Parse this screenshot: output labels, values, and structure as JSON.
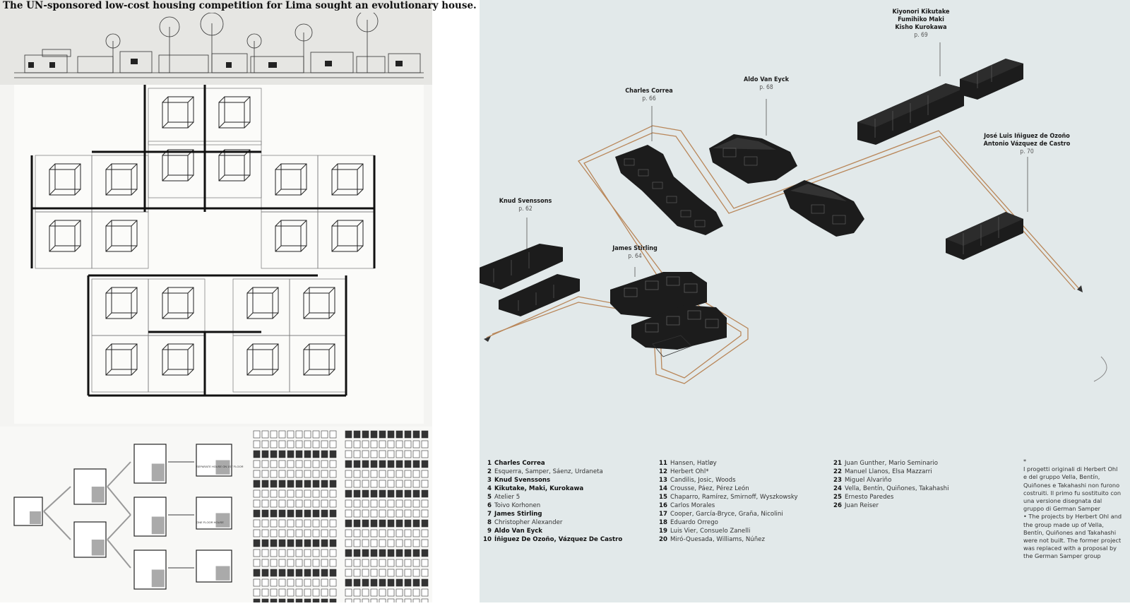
{
  "left_panel": {
    "title": "The UN-sponsored low-cost housing competition for Lima sought an evolutionary house.",
    "bottom_labels": {
      "upper": "SEPARATE HOUSE ON 1ST FLOOR",
      "lower": "ONE FLOOR HOUSE"
    }
  },
  "labels": {
    "kikutake": {
      "names": [
        "Kiyonori Kikutake",
        "Fumihiko Maki",
        "Kisho Kurokawa"
      ],
      "page": "p. 69"
    },
    "vaneyck": {
      "names": [
        "Aldo Van Eyck"
      ],
      "page": "p. 68"
    },
    "correa": {
      "names": [
        "Charles Correa"
      ],
      "page": "p. 66"
    },
    "ozono": {
      "names": [
        "José Luis Iñiguez de Ozoño",
        "Antonio Vázquez de Castro"
      ],
      "page": "p. 70"
    },
    "svenssons": {
      "names": [
        "Knud Svenssons"
      ],
      "page": "p. 62"
    },
    "stirling": {
      "names": [
        "James Stirling"
      ],
      "page": "p. 64"
    }
  },
  "legend": {
    "col1": [
      {
        "n": "1",
        "t": "Charles Correa",
        "b": true
      },
      {
        "n": "2",
        "t": "Esquerra, Samper, Sáenz, Urdaneta",
        "b": false
      },
      {
        "n": "3",
        "t": "Knud Svenssons",
        "b": true
      },
      {
        "n": "4",
        "t": "Kikutake, Maki, Kurokawa",
        "b": true
      },
      {
        "n": "5",
        "t": "Atelier 5",
        "b": false
      },
      {
        "n": "6",
        "t": "Toivo Korhonen",
        "b": false
      },
      {
        "n": "7",
        "t": "James Stirling",
        "b": true
      },
      {
        "n": "8",
        "t": "Christopher Alexander",
        "b": false
      },
      {
        "n": "9",
        "t": "Aldo Van Eyck",
        "b": true
      },
      {
        "n": "10",
        "t": "Íñiguez De Ozoño, Vázquez De Castro",
        "b": true
      }
    ],
    "col2": [
      {
        "n": "11",
        "t": "Hansen, Hatløy",
        "b": false
      },
      {
        "n": "12",
        "t": "Herbert Ohl*",
        "b": false
      },
      {
        "n": "13",
        "t": "Candilis, Josic, Woods",
        "b": false
      },
      {
        "n": "14",
        "t": "Crousse, Páez, Pérez León",
        "b": false
      },
      {
        "n": "15",
        "t": "Chaparro, Ramírez, Smirnoff, Wyszkowsky",
        "b": false
      },
      {
        "n": "16",
        "t": "Carlos Morales",
        "b": false
      },
      {
        "n": "17",
        "t": "Cooper, García-Bryce, Graña, Nicolini",
        "b": false
      },
      {
        "n": "18",
        "t": "Eduardo Orrego",
        "b": false
      },
      {
        "n": "19",
        "t": "Luis Vier, Consuelo Zanelli",
        "b": false
      },
      {
        "n": "20",
        "t": "Miró-Quesada, Williams, Núñez",
        "b": false
      }
    ],
    "col3": [
      {
        "n": "21",
        "t": "Juan Gunther, Mario Seminario",
        "b": false
      },
      {
        "n": "22",
        "t": "Manuel Llanos, Elsa Mazzarri",
        "b": false
      },
      {
        "n": "23",
        "t": "Miguel Alvariño",
        "b": false
      },
      {
        "n": "24",
        "t": "Vella, Bentín, Quiñones, Takahashi",
        "b": false
      },
      {
        "n": "25",
        "t": "Ernesto Paredes",
        "b": false
      },
      {
        "n": "26",
        "t": "Juan Reiser",
        "b": false
      }
    ]
  },
  "note": {
    "star": "*",
    "italian": "I progetti originali di Herbert Ohl e del gruppo Vella, Bentín, Quiñones e Takahashi non furono costruiti. Il primo fu sostituito con una versione disegnata dal gruppo di German Samper",
    "english": "• The projects by Herbert Ohl and the group made up of Vella, Bentín, Quiñones and Takahashi were not built. The former project was replaced with a proposal by the German Samper group"
  },
  "colors": {
    "path": "#b9875a",
    "block": "#1c1c1c",
    "background": "#e2e9ea"
  }
}
